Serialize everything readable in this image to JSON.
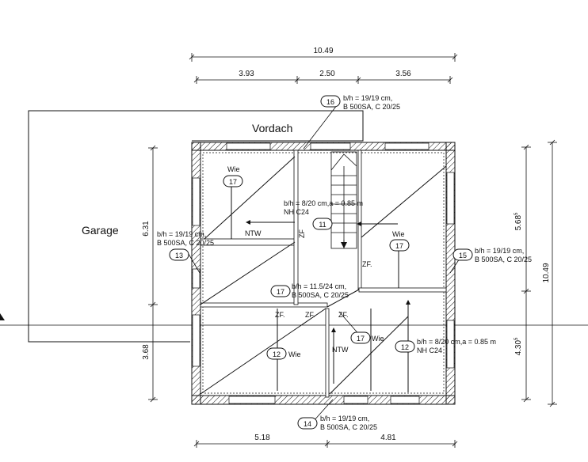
{
  "dimensions": {
    "top_total": "10.49",
    "top_segments": [
      "3.93",
      "2.50",
      "3.56"
    ],
    "bottom_segments": [
      "5.18",
      "4.81"
    ],
    "left_upper": "6.31",
    "left_lower": "3.68",
    "right_total": "10.49",
    "right_upper": "5.68",
    "right_upper_sup": "5",
    "right_lower": "4.30",
    "right_lower_sup": "5"
  },
  "areas": {
    "vordach": "Vordach",
    "garage": "Garage"
  },
  "beams": {
    "b16": {
      "num": "16",
      "line1": "b/h = 19/19 cm,",
      "line2": "B 500SA, C 20/25"
    },
    "b13": {
      "num": "13",
      "line1": "b/h = 19/19 cm,",
      "line2": "B 500SA, C 20/25"
    },
    "b15": {
      "num": "15",
      "line1": "b/h = 19/19 cm,",
      "line2": "B 500SA, C 20/25"
    },
    "b14": {
      "num": "14",
      "line1": "b/h = 19/19 cm,",
      "line2": "B 500SA, C 20/25"
    },
    "b11": {
      "num": "11",
      "line1": "b/h = 8/20 cm,a = 0.85 m",
      "line2": "NH C24"
    },
    "b17c": {
      "num": "17",
      "line1": "b/h = 11.5/24 cm,",
      "line2": "B 500SA, C 20/25"
    },
    "b12r": {
      "num": "12",
      "line1": "b/h = 8/20 cm,a = 0.85 m",
      "line2": "NH C24"
    }
  },
  "bubbles": {
    "b17tl": {
      "num": "17",
      "label": "Wie"
    },
    "b17r": {
      "num": "17",
      "label": "Wie"
    },
    "b17b": {
      "num": "17",
      "label": "Wie"
    },
    "b12l": {
      "num": "12",
      "label": "Wie"
    }
  },
  "markers": {
    "ntw": "NTW",
    "zf": "ZF.",
    "zf_v": "ZF"
  }
}
